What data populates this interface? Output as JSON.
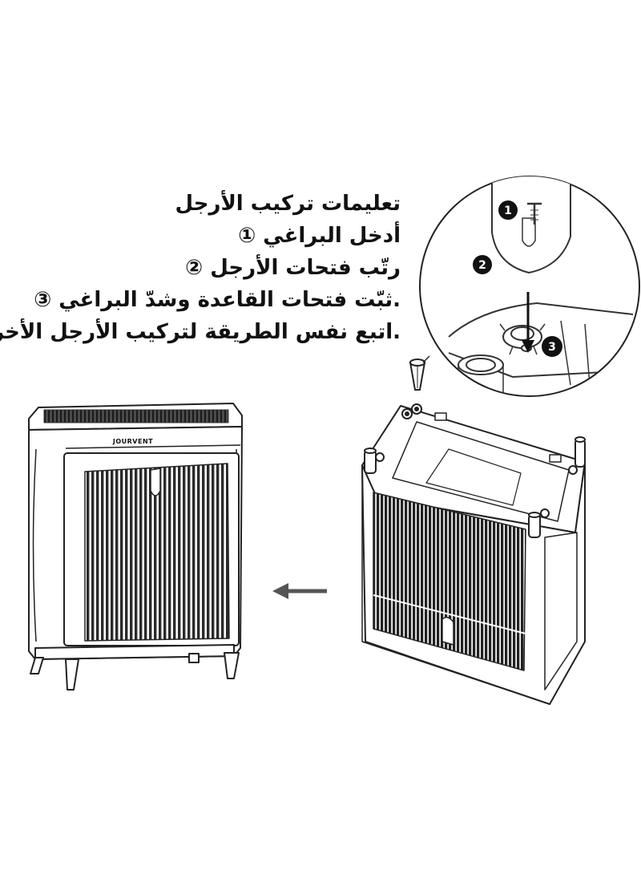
{
  "instructions": {
    "title": "تعليمات تركيب الأرجل",
    "step1": "أدخل البراغي ①",
    "step2": "رتّب فتحات الأرجل ②",
    "step3": ".ثبّت فتحات القاعدة وشدّ البراغي ③",
    "step4": ".اتبع نفس الطريقة لتركيب الأرجل الأخرى"
  },
  "brand": "JOURVENT",
  "detail_markers": [
    "1",
    "2",
    "3"
  ],
  "colors": {
    "line": "#222222",
    "marker_fill": "#111111",
    "marker_text": "#ffffff"
  }
}
